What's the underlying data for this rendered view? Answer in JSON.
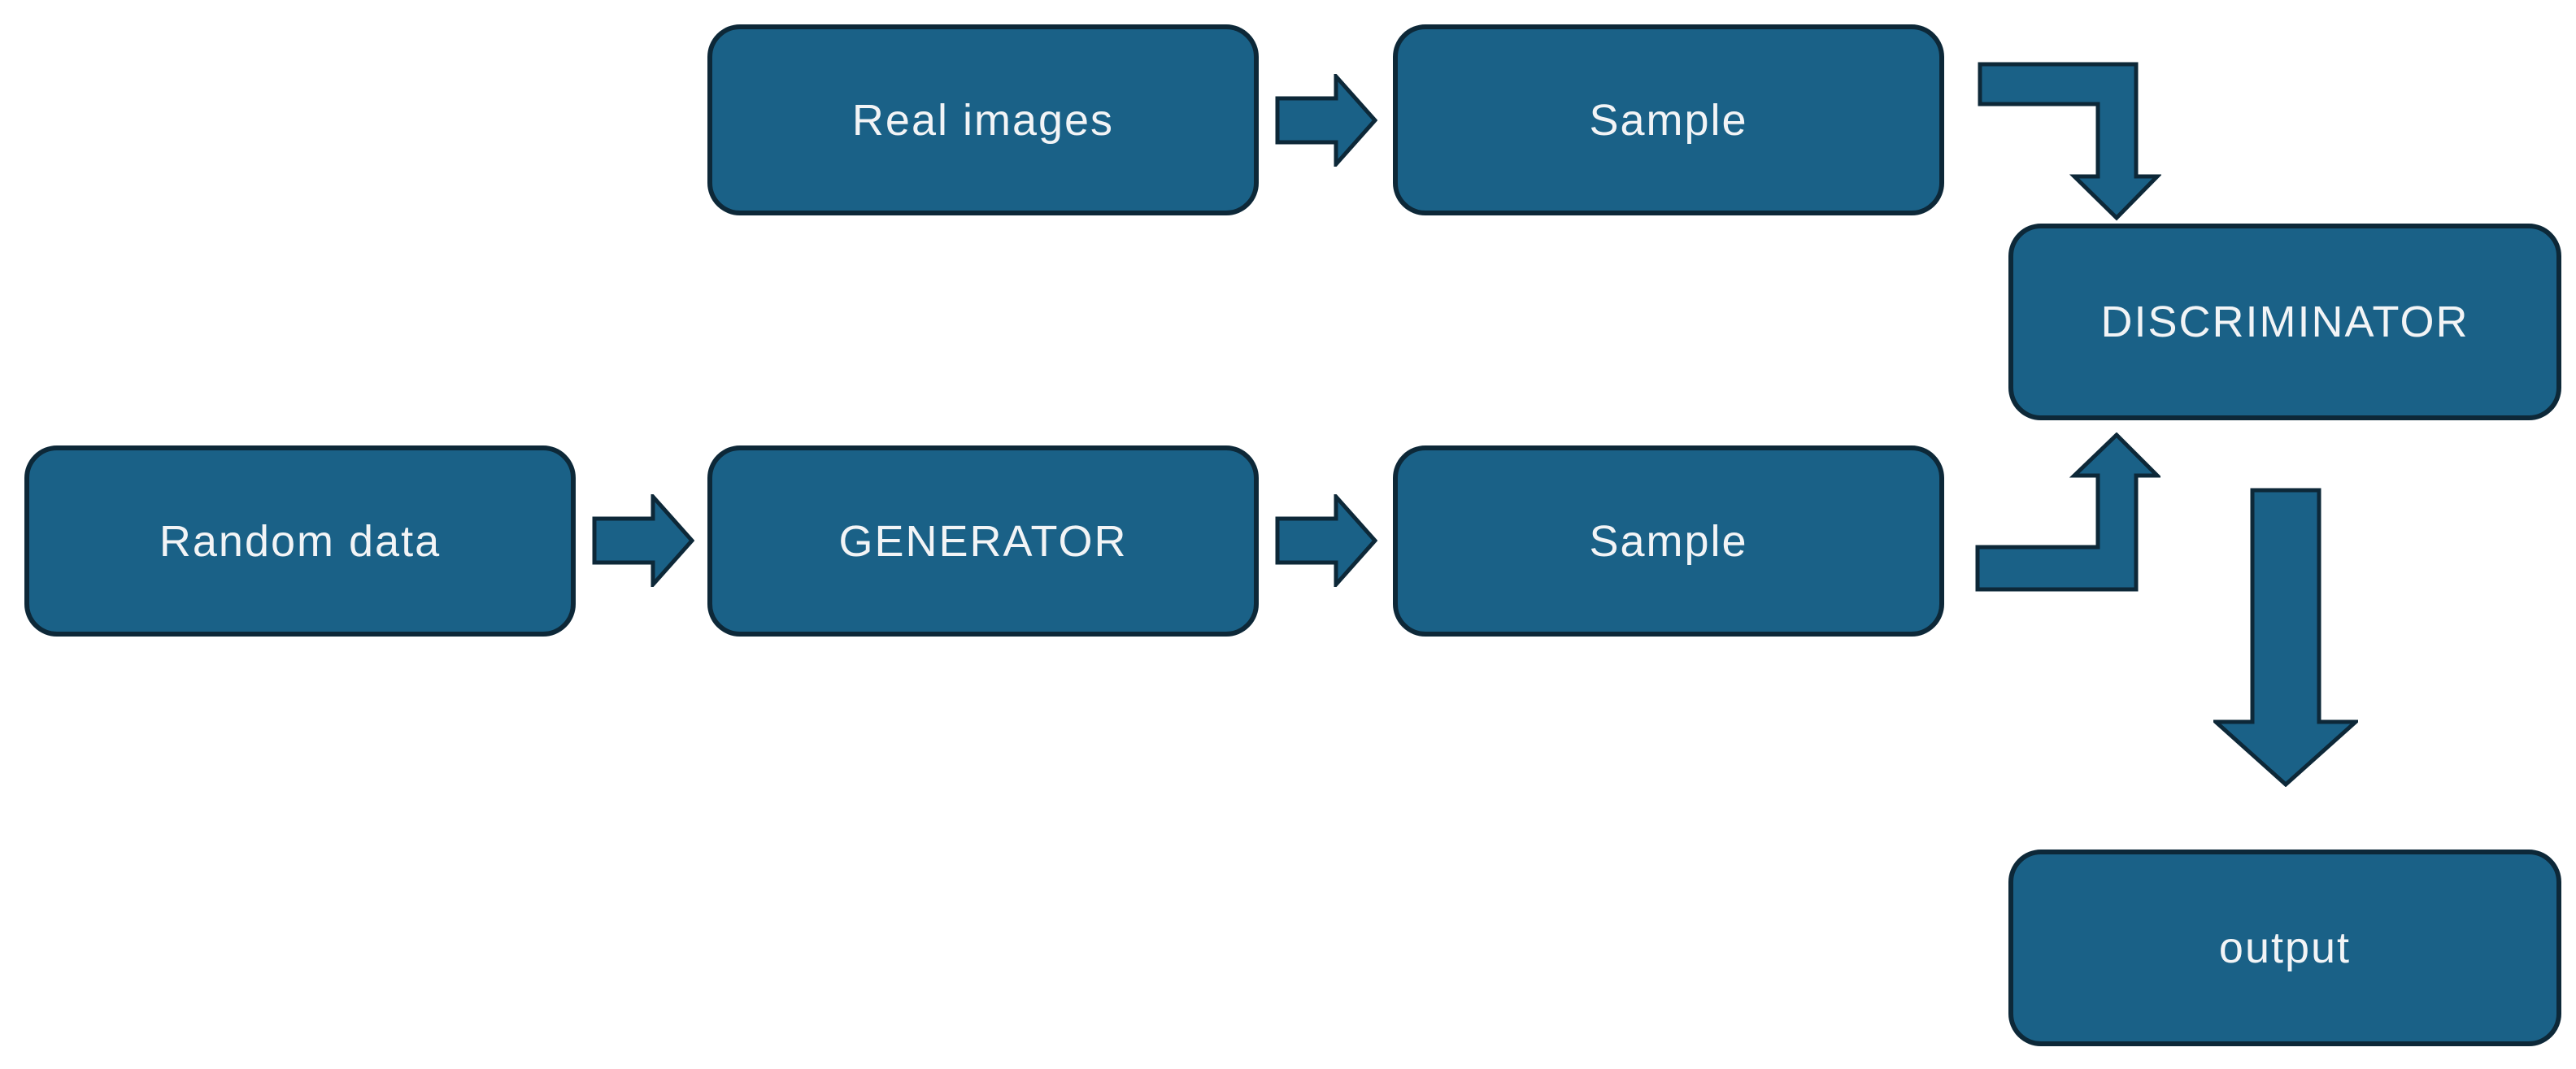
{
  "theme": {
    "background": "#FFFFFF",
    "shape_fill": "#1A6187",
    "shape_stroke": "#0D2838",
    "text_color": "#F2F4F6"
  },
  "nodes": {
    "real_images": {
      "label": "Real images"
    },
    "sample_top": {
      "label": "Sample"
    },
    "discriminator": {
      "label": "DISCRIMINATOR"
    },
    "random_data": {
      "label": "Random data"
    },
    "generator": {
      "label": "GENERATOR"
    },
    "sample_bottom": {
      "label": "Sample"
    },
    "output": {
      "label": "output"
    }
  },
  "edges": [
    {
      "from": "Real images",
      "to": "Sample",
      "direction": "right"
    },
    {
      "from": "Sample",
      "to": "DISCRIMINATOR",
      "direction": "right-then-down"
    },
    {
      "from": "Random data",
      "to": "GENERATOR",
      "direction": "right"
    },
    {
      "from": "GENERATOR",
      "to": "Sample",
      "direction": "right"
    },
    {
      "from": "Sample",
      "to": "DISCRIMINATOR",
      "direction": "right-then-up"
    },
    {
      "from": "DISCRIMINATOR",
      "to": "output",
      "direction": "down"
    }
  ]
}
